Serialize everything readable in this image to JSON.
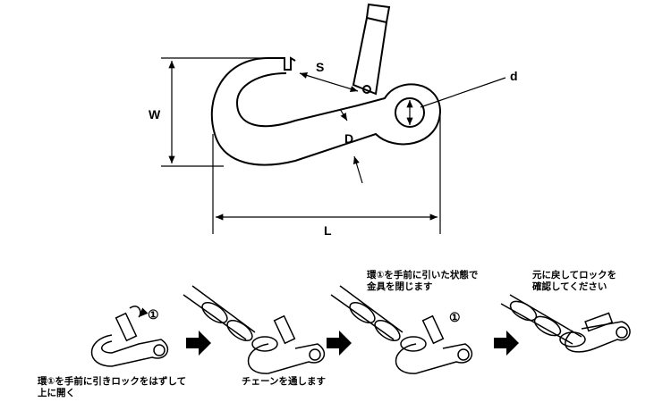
{
  "dimensions": {
    "s": "S",
    "w": "W",
    "d_wire": "D",
    "d_eye": "d",
    "l": "L"
  },
  "steps": [
    {
      "marker": "①",
      "caption_lines": [
        "環①を手前に引きロックをはずして",
        "上に開く"
      ]
    },
    {
      "caption_lines": [
        "チェーンを通します"
      ]
    },
    {
      "marker": "①",
      "caption_lines": [
        "環①を手前に引いた状態で",
        "金具を閉じます"
      ]
    },
    {
      "caption_lines": [
        "元に戻してロックを",
        "確認してください"
      ]
    }
  ]
}
